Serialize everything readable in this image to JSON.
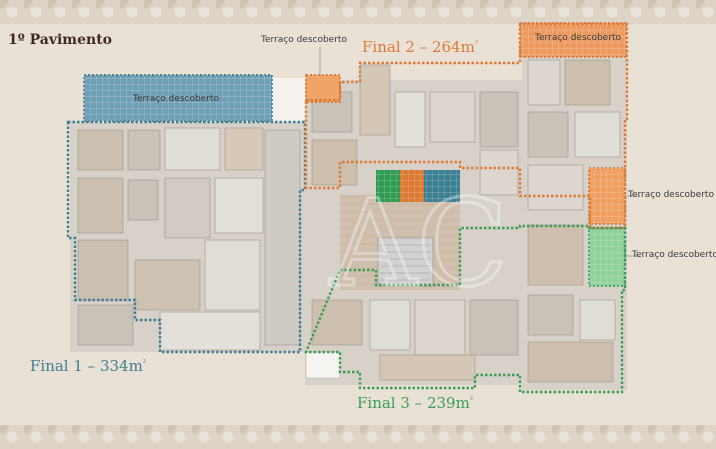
{
  "page": {
    "title": "1º Pavimento"
  },
  "colors": {
    "final1": "#3f7f92",
    "final2": "#de7a33",
    "final3": "#3c9d55",
    "background": "#e9e1d6",
    "plan_fill": "#d8d2cb"
  },
  "units": [
    {
      "name": "Final 1 – 334m",
      "area_unit": "²",
      "color": "#3f7f92"
    },
    {
      "name": "Final 2 – 264m",
      "area_unit": "²",
      "color": "#de7a33"
    },
    {
      "name": "Final 3 – 239m",
      "area_unit": "²",
      "color": "#3c9d55"
    }
  ],
  "terraces": [
    {
      "label": "Terraço descoberto",
      "unit": "Final 1"
    },
    {
      "label": "Terraço descoberto",
      "unit": "Final 2"
    },
    {
      "label": "Terraço descoberto",
      "unit": "Final 2"
    },
    {
      "label": "Terraço descoberto",
      "unit": "Final 2"
    },
    {
      "label": "Terraço descoberto",
      "unit": "Final 3"
    }
  ],
  "logo": {
    "text": "AC"
  }
}
